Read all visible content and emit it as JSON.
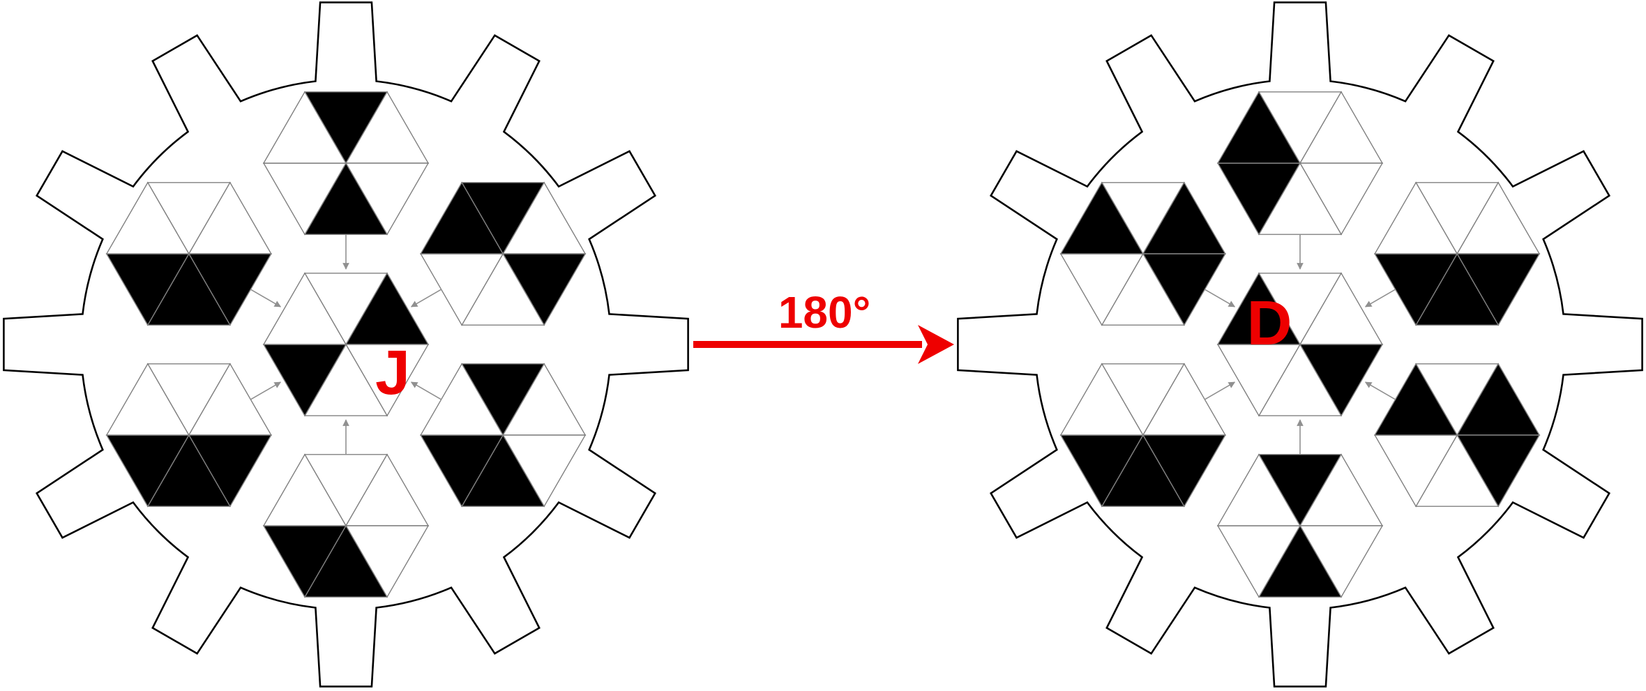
{
  "rotation_label": "180°",
  "left_gear": {
    "center_letter": "J",
    "center_hex": [
      0,
      1,
      0,
      0,
      1,
      0
    ],
    "outer_hexes": [
      {
        "slot": "top",
        "fills": [
          1,
          0,
          0,
          1,
          0,
          0
        ]
      },
      {
        "slot": "top-left",
        "fills": [
          0,
          0,
          1,
          1,
          1,
          0
        ]
      },
      {
        "slot": "top-right",
        "fills": [
          1,
          0,
          1,
          0,
          0,
          1
        ]
      },
      {
        "slot": "bottom-left",
        "fills": [
          0,
          0,
          1,
          1,
          1,
          0
        ]
      },
      {
        "slot": "bottom-right",
        "fills": [
          1,
          0,
          0,
          1,
          1,
          0
        ]
      },
      {
        "slot": "bottom",
        "fills": [
          0,
          0,
          0,
          1,
          1,
          0
        ]
      }
    ]
  },
  "right_gear": {
    "center_letter": "D",
    "center_hex": [
      0,
      0,
      1,
      0,
      0,
      1
    ],
    "outer_hexes": [
      {
        "slot": "top",
        "fills": [
          0,
          0,
          0,
          0,
          1,
          1
        ]
      },
      {
        "slot": "top-left",
        "fills": [
          0,
          1,
          1,
          0,
          0,
          1
        ]
      },
      {
        "slot": "top-right",
        "fills": [
          0,
          0,
          1,
          1,
          1,
          0
        ]
      },
      {
        "slot": "bottom-left",
        "fills": [
          0,
          0,
          1,
          1,
          1,
          0
        ]
      },
      {
        "slot": "bottom-right",
        "fills": [
          0,
          1,
          1,
          0,
          0,
          1
        ]
      },
      {
        "slot": "bottom",
        "fills": [
          1,
          0,
          0,
          1,
          0,
          0
        ]
      }
    ]
  },
  "colors": {
    "gear_outline": "#000000",
    "fill": "#000000",
    "hex_line": "#808080",
    "accent": "#ee0000",
    "connector": "#909090"
  }
}
